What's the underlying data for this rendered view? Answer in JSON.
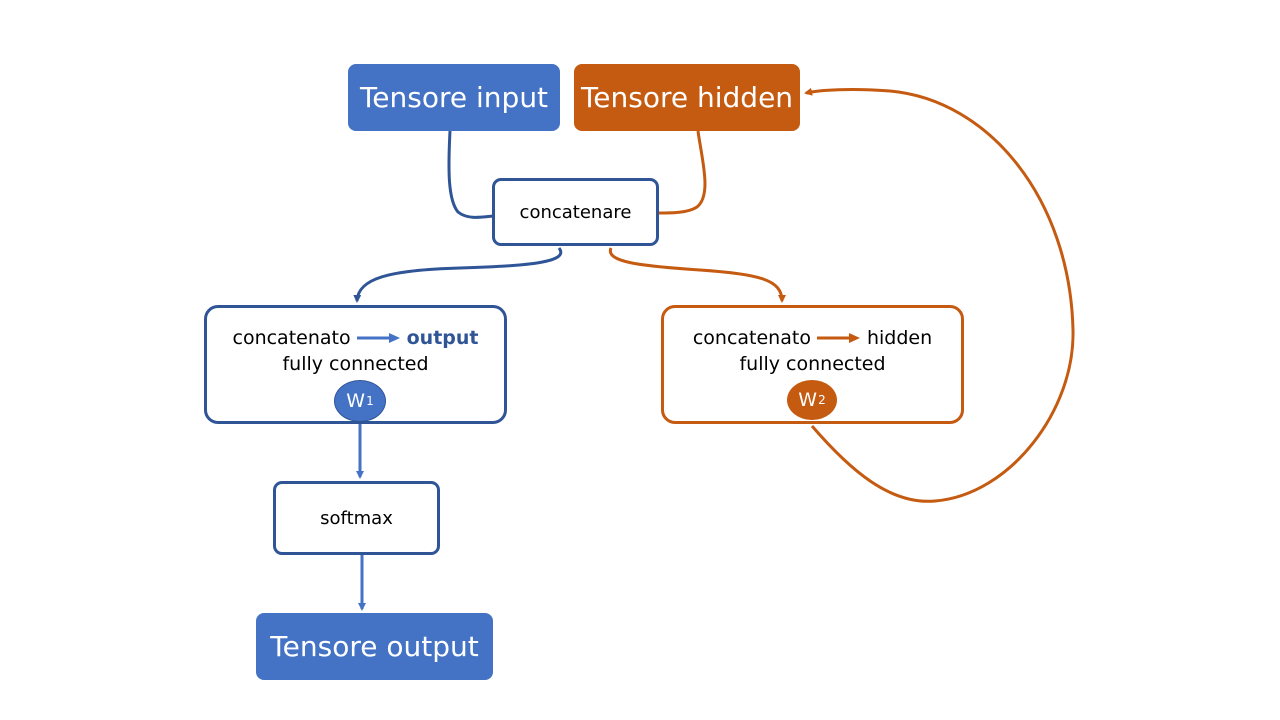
{
  "colors": {
    "blue": "#4472c4",
    "dark_blue": "#2f5597",
    "orange": "#c55a11"
  },
  "nodes": {
    "tensor_input": "Tensore input",
    "tensor_hidden": "Tensore hidden",
    "concat": "concatenare",
    "fc_output": {
      "source": "concatenato",
      "target": "output",
      "label": "fully connected",
      "weight": "W",
      "weight_sub": "1"
    },
    "fc_hidden": {
      "source": "concatenato",
      "target": "hidden",
      "label": "fully connected",
      "weight": "W",
      "weight_sub": "2"
    },
    "softmax": "softmax",
    "tensor_output": "Tensore output"
  }
}
